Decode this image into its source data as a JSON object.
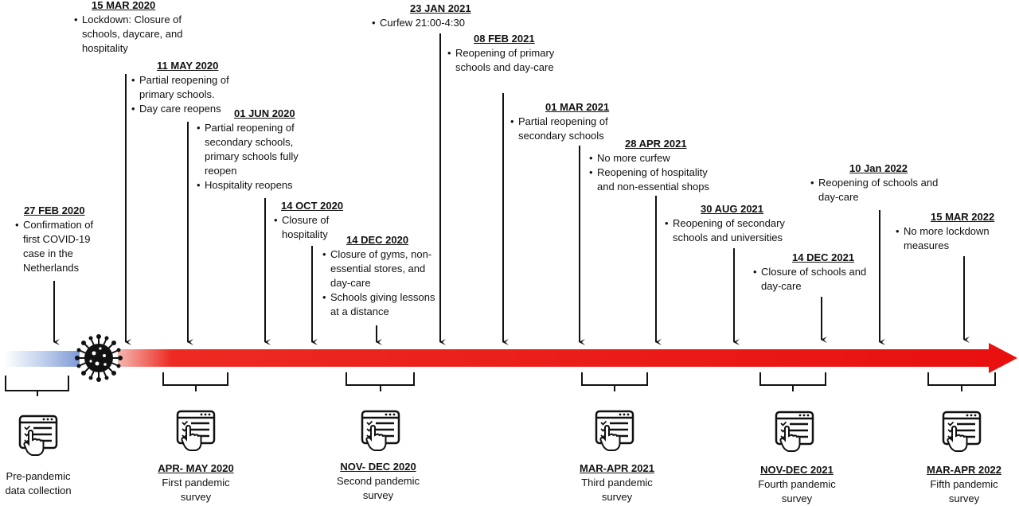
{
  "events": [
    {
      "date": "15 MAR 2020",
      "items": [
        "Lockdown: Closure of schools, daycare, and hospitality"
      ]
    },
    {
      "date": "11 MAY 2020",
      "items": [
        "Partial reopening of primary schools.",
        "Day care reopens"
      ]
    },
    {
      "date": "01 JUN 2020",
      "items": [
        "Partial reopening of secondary schools, primary schools fully reopen",
        "Hospitality reopens"
      ]
    },
    {
      "date": "27 FEB 2020",
      "items": [
        "Confirmation of first COVID-19 case in the Netherlands"
      ]
    },
    {
      "date": "14 OCT 2020",
      "items": [
        "Closure of hospitality"
      ]
    },
    {
      "date": "14 DEC 2020",
      "items": [
        "Closure of gyms, non-essential stores, and day-care",
        "Schools giving lessons at a distance"
      ]
    },
    {
      "date": "23 JAN 2021",
      "items": [
        "Curfew 21:00-4:30"
      ]
    },
    {
      "date": "08 FEB 2021",
      "items": [
        "Reopening of primary schools and day-care"
      ]
    },
    {
      "date": "01 MAR 2021",
      "items": [
        "Partial reopening of secondary schools"
      ]
    },
    {
      "date": "28 APR 2021",
      "items": [
        "No more curfew",
        "Reopening of hospitality and non-essential shops"
      ]
    },
    {
      "date": "30 AUG 2021",
      "items": [
        "Reopening of secondary schools and universities"
      ]
    },
    {
      "date": "10 Jan 2022",
      "items": [
        "Reopening of schools and day-care"
      ]
    },
    {
      "date": "14 DEC 2021",
      "items": [
        "Closure of schools and day-care"
      ]
    },
    {
      "date": "15 MAR 2022",
      "items": [
        "No more lockdown measures"
      ]
    }
  ],
  "surveys": [
    {
      "date": "",
      "lines": [
        "Pre-pandemic",
        "data collection"
      ]
    },
    {
      "date": "APR- MAY 2020",
      "lines": [
        "First pandemic",
        "survey"
      ]
    },
    {
      "date": "NOV- DEC 2020",
      "lines": [
        "Second pandemic",
        "survey"
      ]
    },
    {
      "date": "MAR-APR 2021",
      "lines": [
        "Third pandemic",
        "survey"
      ]
    },
    {
      "date": "NOV-DEC 2021",
      "lines": [
        "Fourth pandemic",
        "survey"
      ]
    },
    {
      "date": "MAR-APR 2022",
      "lines": [
        "Fifth pandemic",
        "survey"
      ]
    }
  ],
  "colors": {
    "timeline": "#e8100f",
    "prepandemic": "#9fb5e0",
    "ink": "#111111"
  },
  "icons": {
    "virus": "coronavirus-icon",
    "survey": "survey-form-hand-icon"
  }
}
